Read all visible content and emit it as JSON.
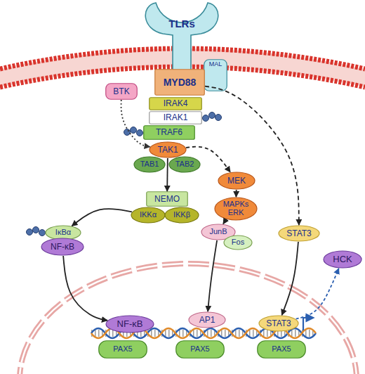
{
  "diagram": {
    "nodes": [
      {
        "text": [
          "TLRs"
        ]
      },
      {
        "text": [
          "MAL"
        ]
      },
      {
        "text": [
          "MYD88"
        ]
      },
      {
        "text": [
          "BTK"
        ]
      },
      {
        "text": [
          "IRAK4"
        ]
      },
      {
        "text": [
          "IRAK1"
        ]
      },
      {
        "text": [
          "TRAF6"
        ]
      },
      {
        "text": [
          "TAK1"
        ]
      },
      {
        "text": [
          "TAB1"
        ]
      },
      {
        "text": [
          "TAB2"
        ]
      },
      {
        "text": [
          "MEK"
        ]
      },
      {
        "text": [
          "MAPKs ERK"
        ]
      },
      {
        "text": [
          "NEMO"
        ]
      },
      {
        "text": [
          "IKKα"
        ]
      },
      {
        "text": [
          "IKKβ"
        ]
      },
      {
        "text": [
          "IκBα"
        ]
      },
      {
        "text": [
          "NF-κB"
        ]
      },
      {
        "text": [
          "JunB"
        ]
      },
      {
        "text": [
          "Fos"
        ]
      },
      {
        "text": [
          "STAT3"
        ]
      },
      {
        "text": [
          "HCK"
        ]
      },
      {
        "text": [
          "NF-κB"
        ]
      },
      {
        "text": [
          "AP1"
        ]
      },
      {
        "text": [
          "STAT3"
        ]
      },
      {
        "text": [
          "PAX5"
        ]
      },
      {
        "text": [
          "PAX5"
        ]
      },
      {
        "text": [
          "PAX5"
        ]
      }
    ],
    "edges": [
      {
        "from": 3,
        "to": 7,
        "arrow": "to"
      },
      {
        "from": 7,
        "to": 12,
        "arrow": "to"
      },
      {
        "from": 7,
        "to": 10,
        "arrow": "to"
      },
      {
        "from": 10,
        "to": 11,
        "arrow": "to"
      },
      {
        "from": 11,
        "to": 17,
        "arrow": "to"
      },
      {
        "from": 2,
        "to": 19,
        "arrow": "to"
      },
      {
        "from": 13,
        "to": 15,
        "arrow": "to"
      },
      {
        "from": 16,
        "to": 21,
        "arrow": "to"
      },
      {
        "from": 17,
        "to": 22,
        "arrow": "to"
      },
      {
        "from": 19,
        "to": 23,
        "arrow": "to"
      },
      {
        "from": 23,
        "to": 20,
        "arrow": "to"
      }
    ]
  }
}
